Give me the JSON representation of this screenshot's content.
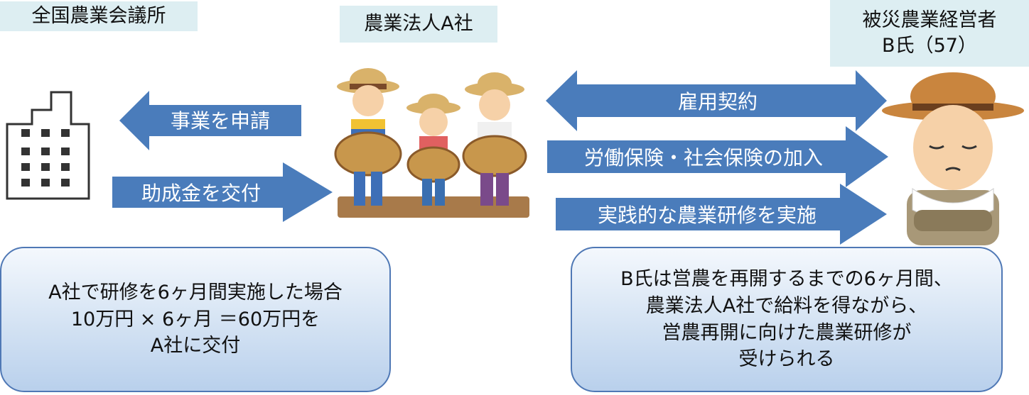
{
  "actors": {
    "zenkoku": "全国農業会議所",
    "company": "農業法人A社",
    "farmer_line1": "被災農業経営者",
    "farmer_line2": "B氏（57）"
  },
  "arrows": {
    "apply": "事業を申請",
    "grant": "助成金を交付",
    "employment": "雇用契約",
    "insurance": "労働保険・社会保険の加入",
    "training": "実践的な農業研修を実施"
  },
  "notes": {
    "left": [
      "A社で研修を6ヶ月間実施した場合",
      "10万円 × 6ヶ月 ＝60万円を",
      "A社に交付"
    ],
    "right": [
      "B氏は営農を再開するまでの6ヶ月間、",
      "農業法人A社で給料を得ながら、",
      "営農再開に向けた農業研修が",
      "受けられる"
    ]
  },
  "colors": {
    "arrow": "#4a7cbb",
    "label_bg": "#ddeef2",
    "note_border": "#4f78b5"
  }
}
